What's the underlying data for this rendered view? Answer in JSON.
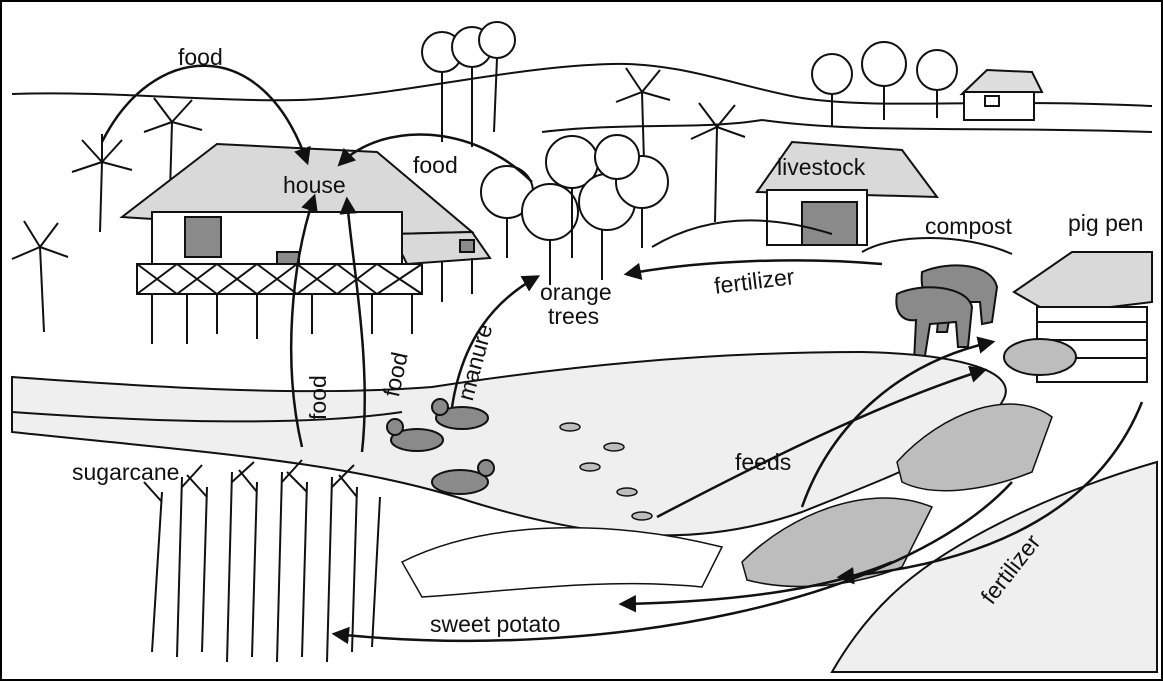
{
  "labels": {
    "food_top": "food",
    "house": "house",
    "food_mid": "food",
    "livestock": "livestock",
    "compost": "compost",
    "pig_pen": "pig pen",
    "fertilizer_top": "fertilizer",
    "orange_trees_1": "orange",
    "orange_trees_2": "trees",
    "manure": "manure",
    "food_vert_left": "food",
    "food_vert_right": "food",
    "sugarcane": "sugarcane",
    "feeds": "feeds",
    "fertilizer_right": "fertilizer",
    "sweet_potato": "sweet potato"
  },
  "colors": {
    "ink": "#111111",
    "roof": "#d9d9d9",
    "water": "#efefef",
    "shade": "#8a8a8a"
  }
}
